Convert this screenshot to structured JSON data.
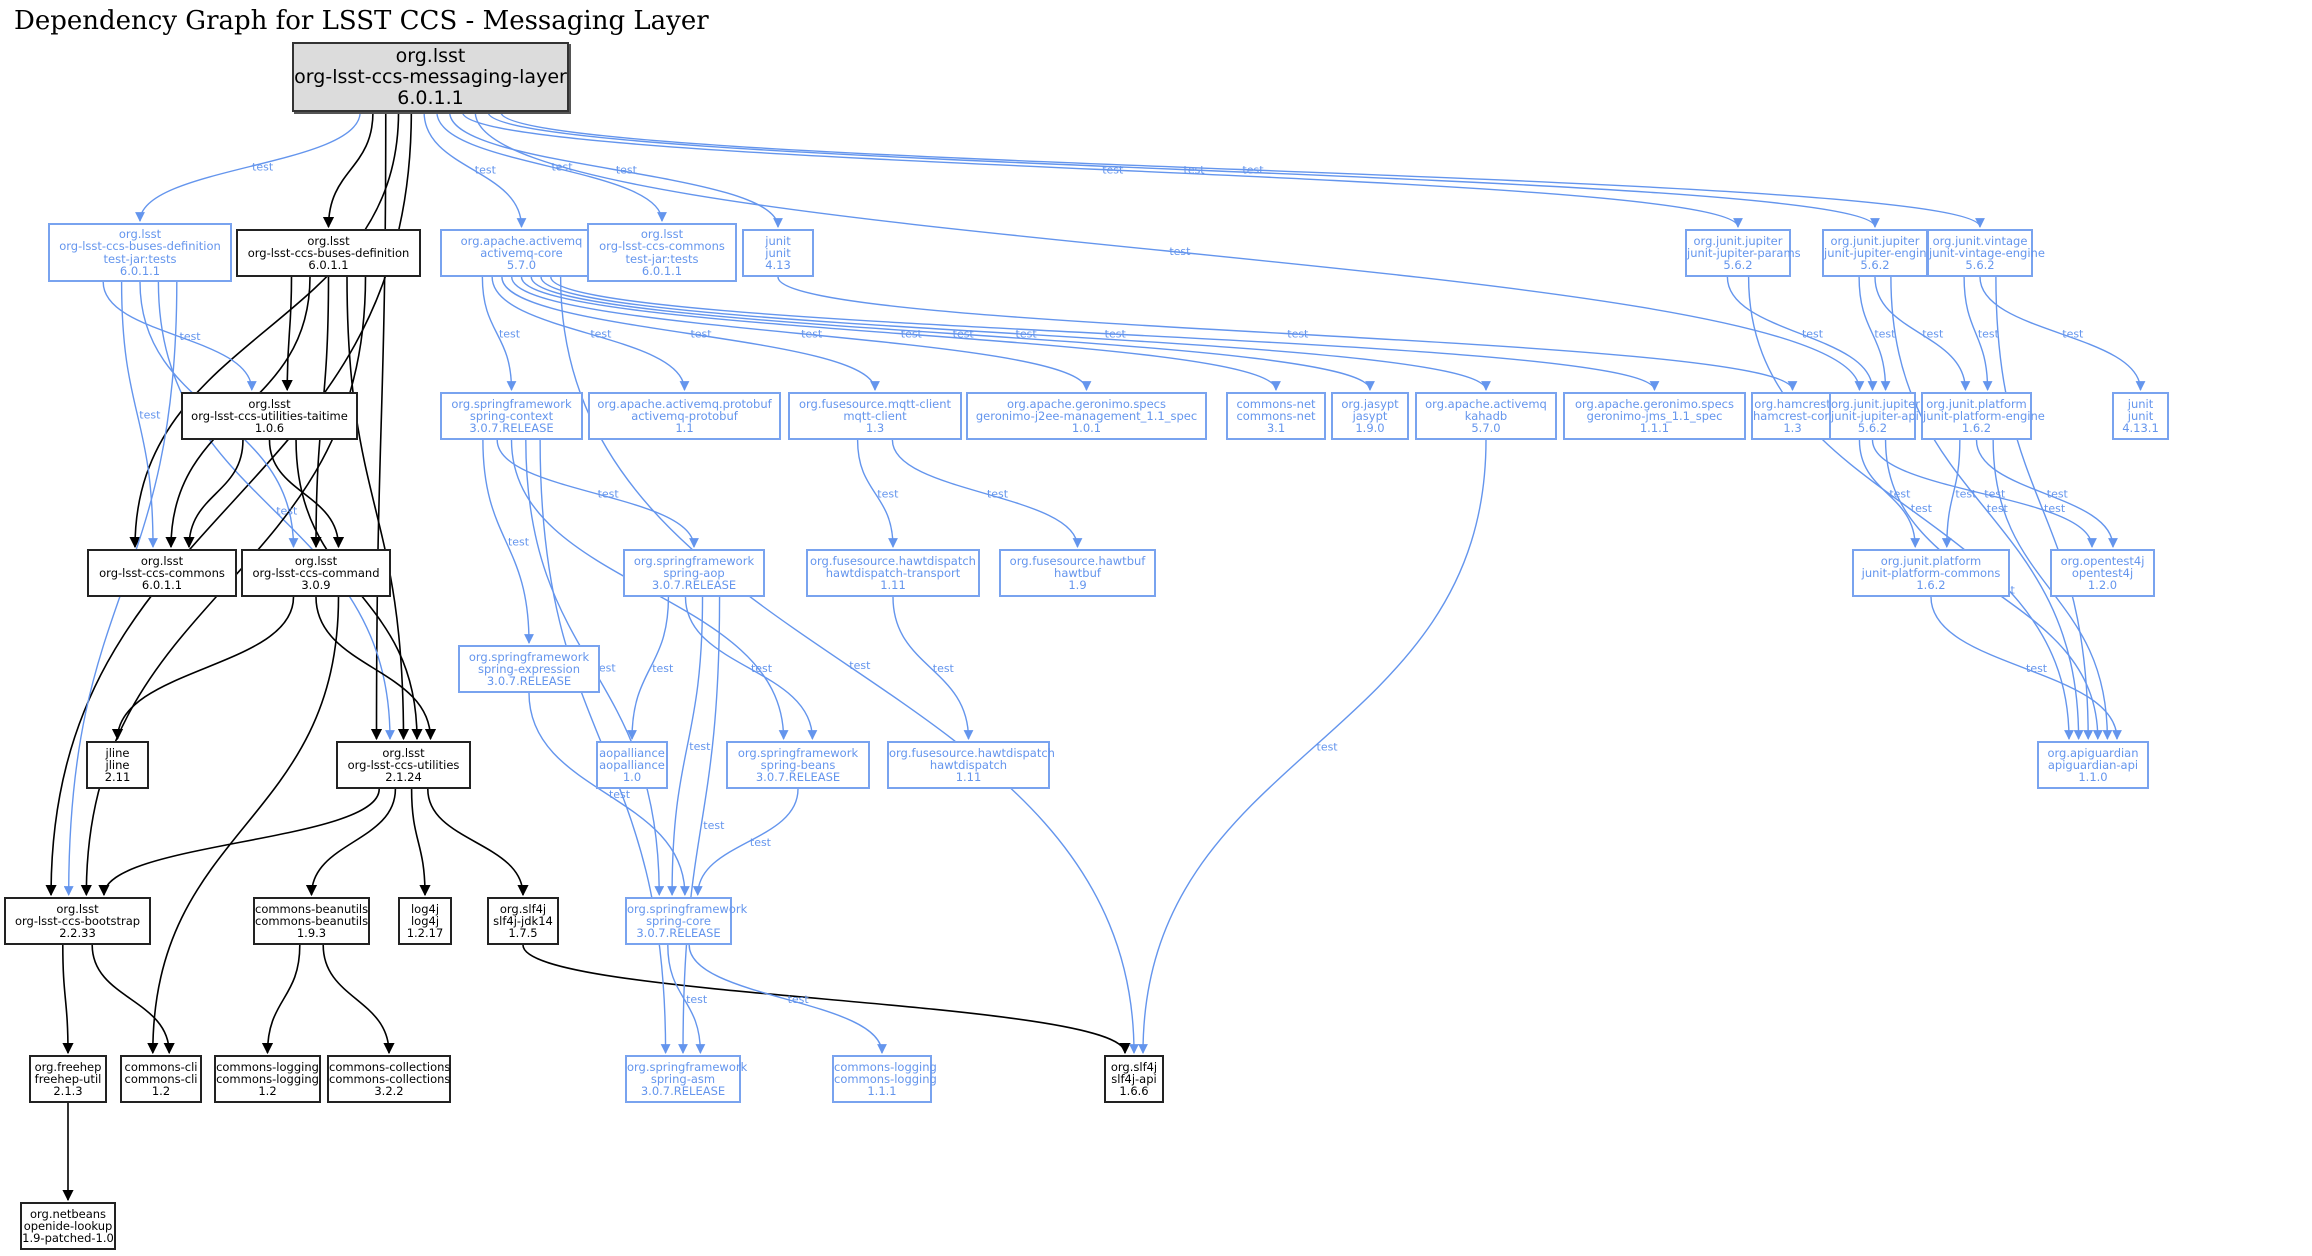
{
  "title": "Dependency Graph for LSST CCS - Messaging Layer",
  "colors": {
    "compile": "#000000",
    "test": "#6495ed",
    "root_fill": "#dcdcdc"
  },
  "edge_label_test": "test",
  "nodes": [
    {
      "id": "root",
      "scope": "root",
      "group": "org.lsst",
      "artifact": "org-lsst-ccs-messaging-layer",
      "version": "6.0.1.1"
    },
    {
      "id": "busdef_tests",
      "scope": "test",
      "group": "org.lsst",
      "artifact": "org-lsst-ccs-buses-definition",
      "classifier": "test-jar:tests",
      "version": "6.0.1.1"
    },
    {
      "id": "busdef",
      "scope": "compile",
      "group": "org.lsst",
      "artifact": "org-lsst-ccs-buses-definition",
      "version": "6.0.1.1"
    },
    {
      "id": "activemq_core",
      "scope": "test",
      "group": "org.apache.activemq",
      "artifact": "activemq-core",
      "version": "5.7.0"
    },
    {
      "id": "commons_tests",
      "scope": "test",
      "group": "org.lsst",
      "artifact": "org-lsst-ccs-commons",
      "classifier": "test-jar:tests",
      "version": "6.0.1.1"
    },
    {
      "id": "junit413",
      "scope": "test",
      "group": "junit",
      "artifact": "junit",
      "version": "4.13"
    },
    {
      "id": "jupiter_params",
      "scope": "test",
      "group": "org.junit.jupiter",
      "artifact": "junit-jupiter-params",
      "version": "5.6.2"
    },
    {
      "id": "jupiter_engine",
      "scope": "test",
      "group": "org.junit.jupiter",
      "artifact": "junit-jupiter-engine",
      "version": "5.6.2"
    },
    {
      "id": "vintage_engine",
      "scope": "test",
      "group": "org.junit.vintage",
      "artifact": "junit-vintage-engine",
      "version": "5.6.2"
    },
    {
      "id": "taitime",
      "scope": "compile",
      "group": "org.lsst",
      "artifact": "org-lsst-ccs-utilities-taitime",
      "version": "1.0.6"
    },
    {
      "id": "spring_context",
      "scope": "test",
      "group": "org.springframework",
      "artifact": "spring-context",
      "version": "3.0.7.RELEASE"
    },
    {
      "id": "amq_protobuf",
      "scope": "test",
      "group": "org.apache.activemq.protobuf",
      "artifact": "activemq-protobuf",
      "version": "1.1"
    },
    {
      "id": "mqtt_client",
      "scope": "test",
      "group": "org.fusesource.mqtt-client",
      "artifact": "mqtt-client",
      "version": "1.3"
    },
    {
      "id": "geronimo_j2ee",
      "scope": "test",
      "group": "org.apache.geronimo.specs",
      "artifact": "geronimo-j2ee-management_1.1_spec",
      "version": "1.0.1"
    },
    {
      "id": "commons_net",
      "scope": "test",
      "group": "commons-net",
      "artifact": "commons-net",
      "version": "3.1"
    },
    {
      "id": "jasypt",
      "scope": "test",
      "group": "org.jasypt",
      "artifact": "jasypt",
      "version": "1.9.0"
    },
    {
      "id": "kahadb",
      "scope": "test",
      "group": "org.apache.activemq",
      "artifact": "kahadb",
      "version": "5.7.0"
    },
    {
      "id": "geronimo_jms",
      "scope": "test",
      "group": "org.apache.geronimo.specs",
      "artifact": "geronimo-jms_1.1_spec",
      "version": "1.1.1"
    },
    {
      "id": "hamcrest",
      "scope": "test",
      "group": "org.hamcrest",
      "artifact": "hamcrest-core",
      "version": "1.3"
    },
    {
      "id": "jupiter_api",
      "scope": "test",
      "group": "org.junit.jupiter",
      "artifact": "junit-jupiter-api",
      "version": "5.6.2"
    },
    {
      "id": "platform_engine",
      "scope": "test",
      "group": "org.junit.platform",
      "artifact": "junit-platform-engine",
      "version": "1.6.2"
    },
    {
      "id": "junit4131",
      "scope": "test",
      "group": "junit",
      "artifact": "junit",
      "version": "4.13.1"
    },
    {
      "id": "commons",
      "scope": "compile",
      "group": "org.lsst",
      "artifact": "org-lsst-ccs-commons",
      "version": "6.0.1.1"
    },
    {
      "id": "command",
      "scope": "compile",
      "group": "org.lsst",
      "artifact": "org-lsst-ccs-command",
      "version": "3.0.9"
    },
    {
      "id": "spring_aop",
      "scope": "test",
      "group": "org.springframework",
      "artifact": "spring-aop",
      "version": "3.0.7.RELEASE"
    },
    {
      "id": "hawtdispatch_transport",
      "scope": "test",
      "group": "org.fusesource.hawtdispatch",
      "artifact": "hawtdispatch-transport",
      "version": "1.11"
    },
    {
      "id": "hawtbuf",
      "scope": "test",
      "group": "org.fusesource.hawtbuf",
      "artifact": "hawtbuf",
      "version": "1.9"
    },
    {
      "id": "platform_commons",
      "scope": "test",
      "group": "org.junit.platform",
      "artifact": "junit-platform-commons",
      "version": "1.6.2"
    },
    {
      "id": "opentest4j",
      "scope": "test",
      "group": "org.opentest4j",
      "artifact": "opentest4j",
      "version": "1.2.0"
    },
    {
      "id": "spring_expression",
      "scope": "test",
      "group": "org.springframework",
      "artifact": "spring-expression",
      "version": "3.0.7.RELEASE"
    },
    {
      "id": "jline",
      "scope": "compile",
      "group": "jline",
      "artifact": "jline",
      "version": "2.11"
    },
    {
      "id": "utilities",
      "scope": "compile",
      "group": "org.lsst",
      "artifact": "org-lsst-ccs-utilities",
      "version": "2.1.24"
    },
    {
      "id": "aopalliance",
      "scope": "test",
      "group": "aopalliance",
      "artifact": "aopalliance",
      "version": "1.0"
    },
    {
      "id": "spring_beans",
      "scope": "test",
      "group": "org.springframework",
      "artifact": "spring-beans",
      "version": "3.0.7.RELEASE"
    },
    {
      "id": "hawtdispatch",
      "scope": "test",
      "group": "org.fusesource.hawtdispatch",
      "artifact": "hawtdispatch",
      "version": "1.11"
    },
    {
      "id": "apiguardian",
      "scope": "test",
      "group": "org.apiguardian",
      "artifact": "apiguardian-api",
      "version": "1.1.0"
    },
    {
      "id": "bootstrap",
      "scope": "compile",
      "group": "org.lsst",
      "artifact": "org-lsst-ccs-bootstrap",
      "version": "2.2.33"
    },
    {
      "id": "beanutils",
      "scope": "compile",
      "group": "commons-beanutils",
      "artifact": "commons-beanutils",
      "version": "1.9.3"
    },
    {
      "id": "log4j",
      "scope": "compile",
      "group": "log4j",
      "artifact": "log4j",
      "version": "1.2.17"
    },
    {
      "id": "slf4j_jdk14",
      "scope": "compile",
      "group": "org.slf4j",
      "artifact": "slf4j-jdk14",
      "version": "1.7.5"
    },
    {
      "id": "spring_core",
      "scope": "test",
      "group": "org.springframework",
      "artifact": "spring-core",
      "version": "3.0.7.RELEASE"
    },
    {
      "id": "freehep",
      "scope": "compile",
      "group": "org.freehep",
      "artifact": "freehep-util",
      "version": "2.1.3"
    },
    {
      "id": "commons_cli",
      "scope": "compile",
      "group": "commons-cli",
      "artifact": "commons-cli",
      "version": "1.2"
    },
    {
      "id": "commons_logging12",
      "scope": "compile",
      "group": "commons-logging",
      "artifact": "commons-logging",
      "version": "1.2"
    },
    {
      "id": "commons_collections",
      "scope": "compile",
      "group": "commons-collections",
      "artifact": "commons-collections",
      "version": "3.2.2"
    },
    {
      "id": "spring_asm",
      "scope": "test",
      "group": "org.springframework",
      "artifact": "spring-asm",
      "version": "3.0.7.RELEASE"
    },
    {
      "id": "commons_logging111",
      "scope": "test",
      "group": "commons-logging",
      "artifact": "commons-logging",
      "version": "1.1.1"
    },
    {
      "id": "slf4j_api",
      "scope": "compile",
      "group": "org.slf4j",
      "artifact": "slf4j-api",
      "version": "1.6.6"
    },
    {
      "id": "openide",
      "scope": "compile",
      "group": "org.netbeans",
      "artifact": "openide-lookup",
      "version": "1.9-patched-1.0"
    }
  ],
  "edges": [
    {
      "from": "root",
      "to": "busdef_tests",
      "scope": "test",
      "label": "test"
    },
    {
      "from": "root",
      "to": "busdef",
      "scope": "compile"
    },
    {
      "from": "root",
      "to": "utilities",
      "scope": "compile"
    },
    {
      "from": "root",
      "to": "commons",
      "scope": "compile"
    },
    {
      "from": "root",
      "to": "bootstrap",
      "scope": "compile"
    },
    {
      "from": "root",
      "to": "activemq_core",
      "scope": "test",
      "label": "test"
    },
    {
      "from": "root",
      "to": "commons_tests",
      "scope": "test",
      "label": "test"
    },
    {
      "from": "root",
      "to": "junit413",
      "scope": "test",
      "label": "test"
    },
    {
      "from": "root",
      "to": "jupiter_params",
      "scope": "test",
      "label": "test"
    },
    {
      "from": "root",
      "to": "jupiter_api",
      "scope": "test",
      "label": "test"
    },
    {
      "from": "root",
      "to": "jupiter_engine",
      "scope": "test",
      "label": "test"
    },
    {
      "from": "root",
      "to": "vintage_engine",
      "scope": "test",
      "label": "test"
    },
    {
      "from": "busdef_tests",
      "to": "taitime",
      "scope": "test",
      "label": "test"
    },
    {
      "from": "busdef_tests",
      "to": "commons",
      "scope": "test",
      "label": "test"
    },
    {
      "from": "busdef_tests",
      "to": "command",
      "scope": "test",
      "label": "test"
    },
    {
      "from": "busdef_tests",
      "to": "utilities",
      "scope": "test",
      "label": "test"
    },
    {
      "from": "busdef_tests",
      "to": "bootstrap",
      "scope": "test",
      "label": "test"
    },
    {
      "from": "busdef",
      "to": "taitime",
      "scope": "compile"
    },
    {
      "from": "busdef",
      "to": "commons",
      "scope": "compile"
    },
    {
      "from": "busdef",
      "to": "command",
      "scope": "compile"
    },
    {
      "from": "busdef",
      "to": "utilities",
      "scope": "compile"
    },
    {
      "from": "busdef",
      "to": "bootstrap",
      "scope": "compile"
    },
    {
      "from": "taitime",
      "to": "commons",
      "scope": "compile"
    },
    {
      "from": "taitime",
      "to": "command",
      "scope": "compile"
    },
    {
      "from": "taitime",
      "to": "utilities",
      "scope": "compile"
    },
    {
      "from": "command",
      "to": "jline",
      "scope": "compile"
    },
    {
      "from": "command",
      "to": "utilities",
      "scope": "compile"
    },
    {
      "from": "command",
      "to": "commons_cli",
      "scope": "compile"
    },
    {
      "from": "utilities",
      "to": "bootstrap",
      "scope": "compile"
    },
    {
      "from": "utilities",
      "to": "beanutils",
      "scope": "compile"
    },
    {
      "from": "utilities",
      "to": "log4j",
      "scope": "compile"
    },
    {
      "from": "utilities",
      "to": "slf4j_jdk14",
      "scope": "compile"
    },
    {
      "from": "bootstrap",
      "to": "freehep",
      "scope": "compile"
    },
    {
      "from": "bootstrap",
      "to": "commons_cli",
      "scope": "compile"
    },
    {
      "from": "freehep",
      "to": "openide",
      "scope": "compile"
    },
    {
      "from": "beanutils",
      "to": "commons_logging12",
      "scope": "compile"
    },
    {
      "from": "beanutils",
      "to": "commons_collections",
      "scope": "compile"
    },
    {
      "from": "slf4j_jdk14",
      "to": "slf4j_api",
      "scope": "compile"
    },
    {
      "from": "activemq_core",
      "to": "spring_context",
      "scope": "test",
      "label": "test"
    },
    {
      "from": "activemq_core",
      "to": "amq_protobuf",
      "scope": "test",
      "label": "test"
    },
    {
      "from": "activemq_core",
      "to": "mqtt_client",
      "scope": "test",
      "label": "test"
    },
    {
      "from": "activemq_core",
      "to": "geronimo_j2ee",
      "scope": "test",
      "label": "test"
    },
    {
      "from": "activemq_core",
      "to": "commons_net",
      "scope": "test",
      "label": "test"
    },
    {
      "from": "activemq_core",
      "to": "jasypt",
      "scope": "test",
      "label": "test"
    },
    {
      "from": "activemq_core",
      "to": "kahadb",
      "scope": "test",
      "label": "test"
    },
    {
      "from": "activemq_core",
      "to": "geronimo_jms",
      "scope": "test",
      "label": "test"
    },
    {
      "from": "activemq_core",
      "to": "slf4j_api",
      "scope": "test",
      "label": "test"
    },
    {
      "from": "junit413",
      "to": "hamcrest",
      "scope": "test",
      "label": "test"
    },
    {
      "from": "spring_context",
      "to": "spring_expression",
      "scope": "test",
      "label": "test"
    },
    {
      "from": "spring_context",
      "to": "spring_aop",
      "scope": "test",
      "label": "test"
    },
    {
      "from": "spring_context",
      "to": "spring_beans",
      "scope": "test",
      "label": "test"
    },
    {
      "from": "spring_context",
      "to": "spring_core",
      "scope": "test",
      "label": "test"
    },
    {
      "from": "spring_context",
      "to": "spring_asm",
      "scope": "test",
      "label": "test"
    },
    {
      "from": "spring_aop",
      "to": "aopalliance",
      "scope": "test",
      "label": "test"
    },
    {
      "from": "spring_aop",
      "to": "spring_beans",
      "scope": "test",
      "label": "test"
    },
    {
      "from": "spring_aop",
      "to": "spring_core",
      "scope": "test",
      "label": "test"
    },
    {
      "from": "spring_aop",
      "to": "spring_asm",
      "scope": "test",
      "label": "test"
    },
    {
      "from": "spring_expression",
      "to": "spring_core",
      "scope": "test",
      "label": "test"
    },
    {
      "from": "spring_beans",
      "to": "spring_core",
      "scope": "test",
      "label": "test"
    },
    {
      "from": "spring_core",
      "to": "spring_asm",
      "scope": "test",
      "label": "test"
    },
    {
      "from": "spring_core",
      "to": "commons_logging111",
      "scope": "test",
      "label": "test"
    },
    {
      "from": "mqtt_client",
      "to": "hawtdispatch_transport",
      "scope": "test",
      "label": "test"
    },
    {
      "from": "mqtt_client",
      "to": "hawtbuf",
      "scope": "test",
      "label": "test"
    },
    {
      "from": "hawtdispatch_transport",
      "to": "hawtdispatch",
      "scope": "test",
      "label": "test"
    },
    {
      "from": "kahadb",
      "to": "slf4j_api",
      "scope": "test",
      "label": "test"
    },
    {
      "from": "jupiter_params",
      "to": "jupiter_api",
      "scope": "test",
      "label": "test"
    },
    {
      "from": "jupiter_params",
      "to": "apiguardian",
      "scope": "test",
      "label": "test"
    },
    {
      "from": "jupiter_engine",
      "to": "jupiter_api",
      "scope": "test",
      "label": "test"
    },
    {
      "from": "jupiter_engine",
      "to": "platform_engine",
      "scope": "test",
      "label": "test"
    },
    {
      "from": "jupiter_engine",
      "to": "apiguardian",
      "scope": "test",
      "label": "test"
    },
    {
      "from": "vintage_engine",
      "to": "platform_engine",
      "scope": "test",
      "label": "test"
    },
    {
      "from": "vintage_engine",
      "to": "junit4131",
      "scope": "test",
      "label": "test"
    },
    {
      "from": "vintage_engine",
      "to": "apiguardian",
      "scope": "test",
      "label": "test"
    },
    {
      "from": "jupiter_api",
      "to": "platform_commons",
      "scope": "test",
      "label": "test"
    },
    {
      "from": "jupiter_api",
      "to": "opentest4j",
      "scope": "test",
      "label": "test"
    },
    {
      "from": "jupiter_api",
      "to": "apiguardian",
      "scope": "test",
      "label": "test"
    },
    {
      "from": "platform_engine",
      "to": "platform_commons",
      "scope": "test",
      "label": "test"
    },
    {
      "from": "platform_engine",
      "to": "opentest4j",
      "scope": "test",
      "label": "test"
    },
    {
      "from": "platform_engine",
      "to": "apiguardian",
      "scope": "test",
      "label": "test"
    },
    {
      "from": "platform_commons",
      "to": "apiguardian",
      "scope": "test",
      "label": "test"
    }
  ]
}
